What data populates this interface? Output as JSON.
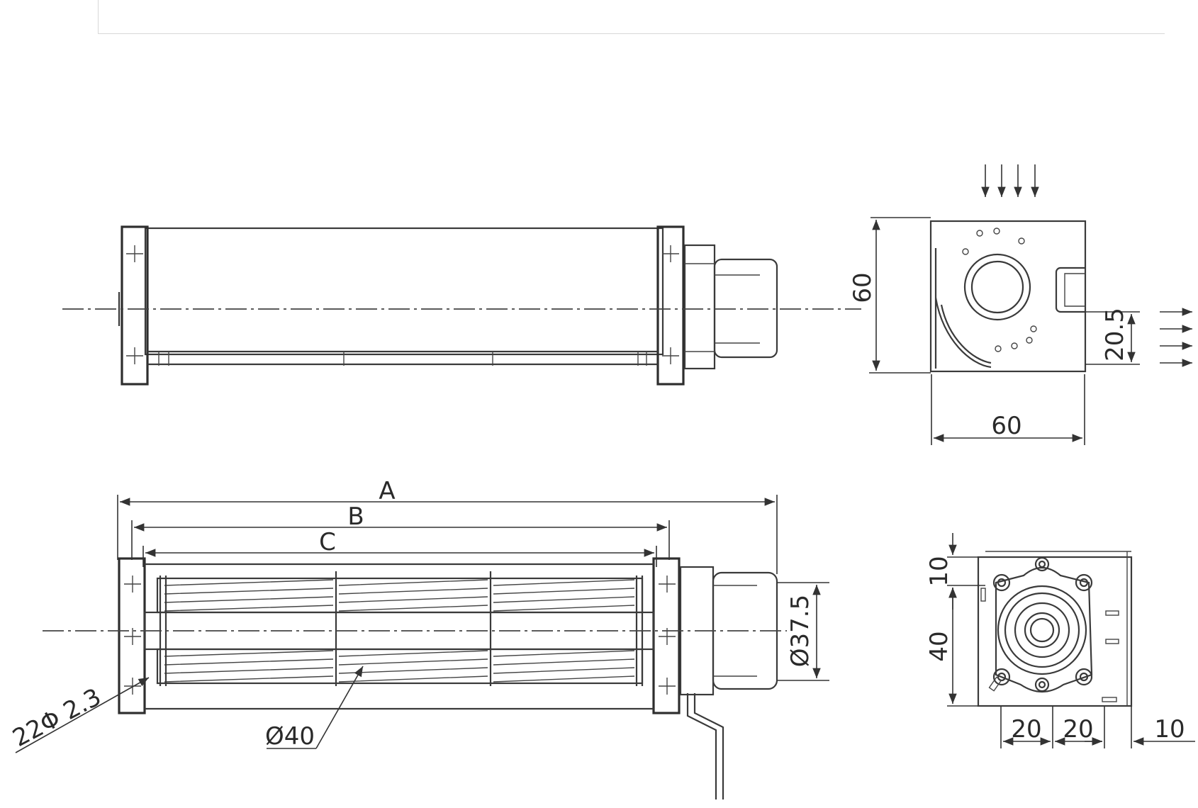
{
  "labels": {
    "top_view_height": "60",
    "top_view_width": "60",
    "outlet_offset": "20.5",
    "length_a": "A",
    "length_b": "B",
    "length_c": "C",
    "rotor_diameter": "Ø40",
    "inlet_diameter": "Ø37.5",
    "mount_holes": "22Φ 2.3",
    "end_view_top": "10",
    "end_view_side": "40",
    "end_view_bottom_1": "20",
    "end_view_bottom_2": "20",
    "end_view_bottom_3": "10"
  }
}
